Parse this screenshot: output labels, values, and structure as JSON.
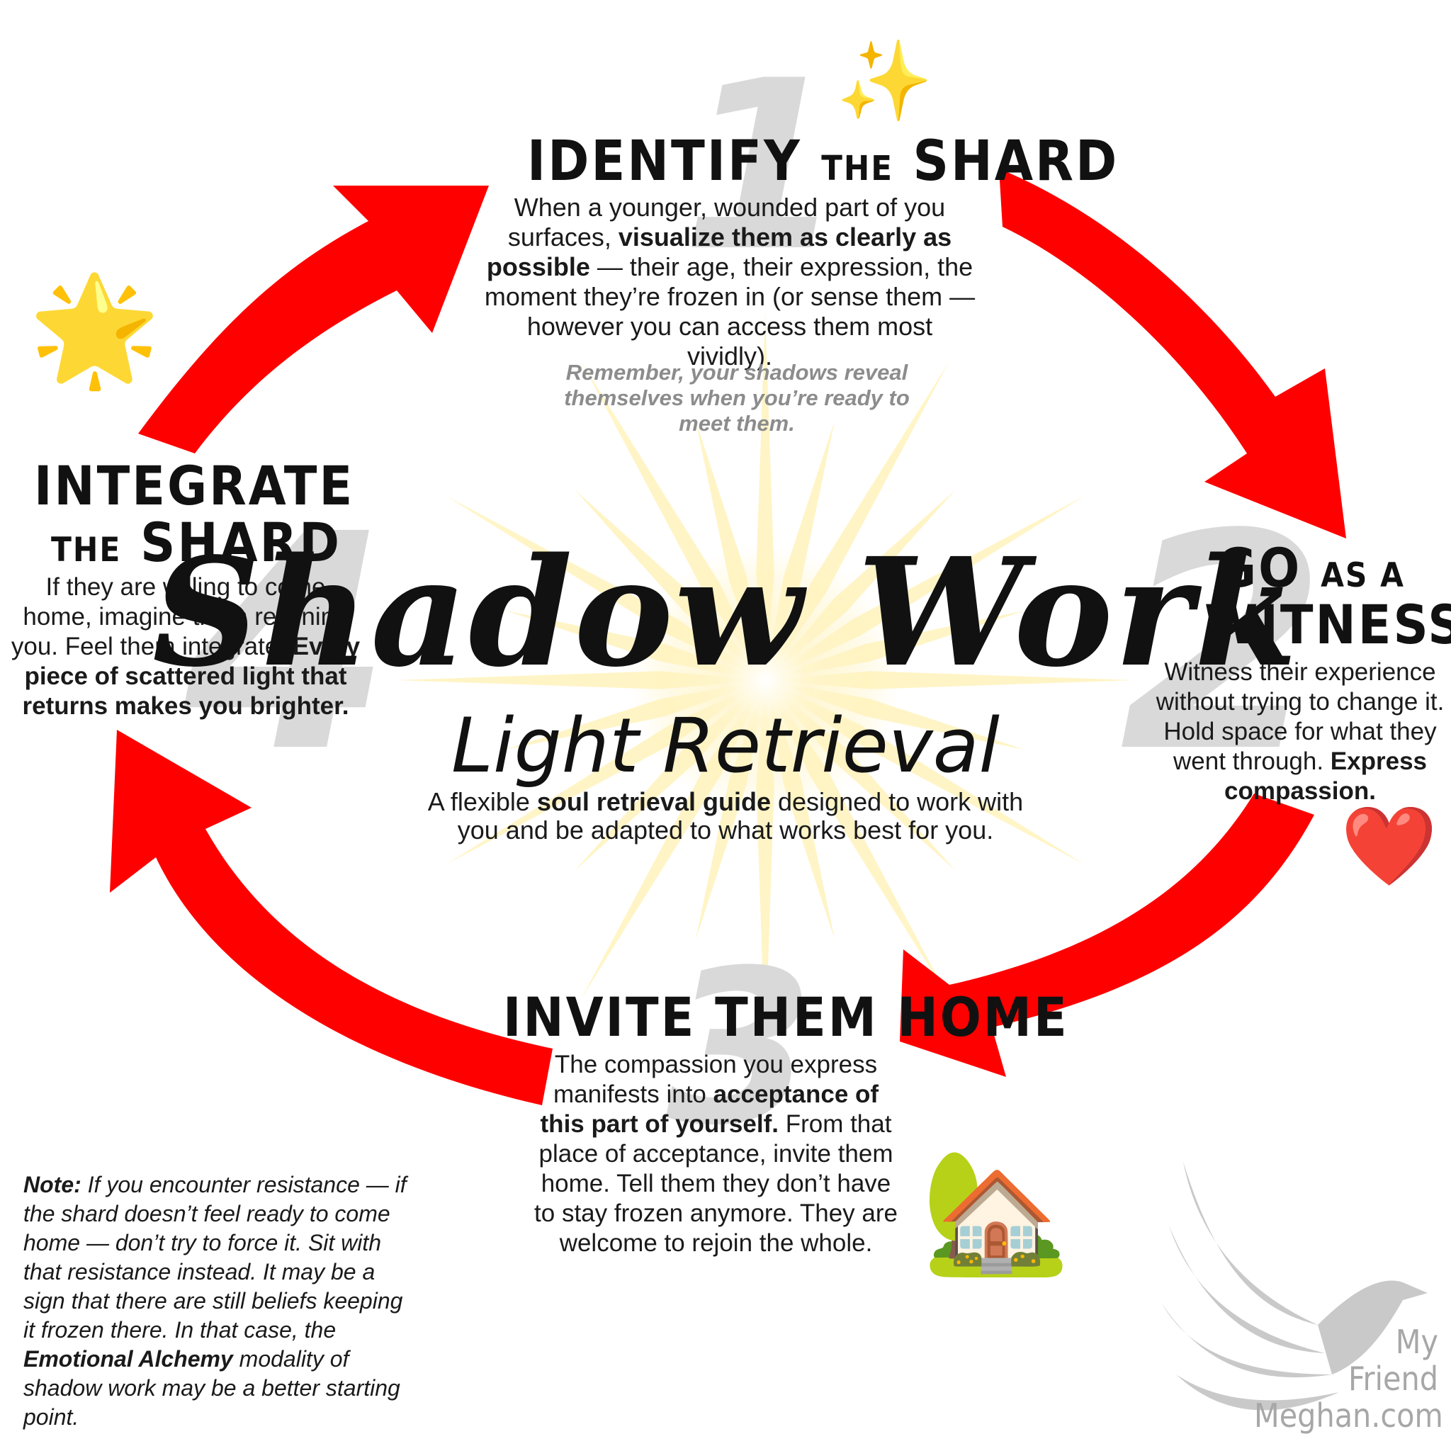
{
  "title": "Shadow Work",
  "subtitle": "Light Retrieval",
  "description": {
    "part1": "A flexible ",
    "bold": "soul retrieval guide",
    "part2": " designed to work with you and be adapted to what works best for you."
  },
  "remember": {
    "part1": "Remember, your shadows reveal themselves when you’re ",
    "bold": "ready",
    "part2": " to meet them."
  },
  "steps": [
    {
      "number": "1",
      "title_a": "IDENTIFY",
      "title_small": "THE",
      "title_b": "SHARD",
      "text_1": "When a younger, wounded part of you surfaces, ",
      "bold_1": "visualize them as clearly as possible",
      "text_2": " — their age, their expression, the moment they’re frozen in (or sense them — however you can access them most vividly)."
    },
    {
      "number": "2",
      "title_a": "GO",
      "title_small": "AS A",
      "title_b": "WITNESS",
      "text_1": "Witness their experience without trying to change it. Hold space for what they went through. ",
      "bold_1": "Express compassion."
    },
    {
      "number": "3",
      "title_a": "INVITE THEM HOME",
      "text_1": "The compassion you express manifests into ",
      "bold_1": "acceptance of this part of yourself.",
      "text_2": " From that place of acceptance, invite them home. Tell them they don’t have to stay frozen anymore. They are welcome to rejoin the whole."
    },
    {
      "number": "4",
      "title_a": "INTEGRATE",
      "title_small": "THE",
      "title_b": "SHARD",
      "text_1": "If they are willing to come home, imagine them rejoining you. Feel them integrate. ",
      "bold_1": "Every piece of scattered light that returns makes you brighter."
    }
  ],
  "note": {
    "label": "Note:",
    "text_1": " If you encounter resistance — if the shard doesn’t feel ready to come home — don’t try to force it. Sit with that resistance instead. It may be a sign that there are still beliefs keeping it frozen there. In that case, the ",
    "bold": "Emotional Alchemy",
    "text_2": " modality of shadow work may be a better starting point."
  },
  "brand": {
    "line1": "My",
    "line2": "Friend",
    "line3": "Meghan.com"
  },
  "icons": {
    "sparkles": "✨",
    "star": "🌟",
    "heart": "❤️",
    "house": "🏡"
  },
  "colors": {
    "arrow": "#ff0000",
    "sun": "#fff2b3",
    "ghost_number": "#d9d9d9",
    "muted_text": "#8c8c8c",
    "brand": "#a7a7a7"
  }
}
